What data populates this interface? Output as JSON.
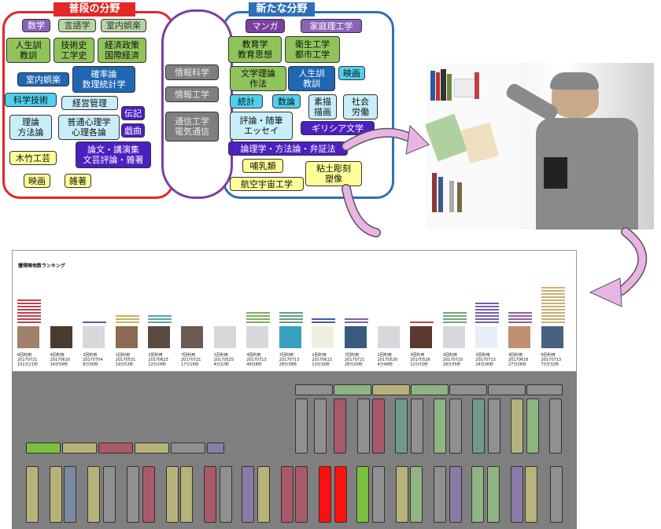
{
  "left_group": {
    "title": "普段の分野"
  },
  "right_group": {
    "title": "新たな分野"
  },
  "tags": [
    {
      "text": "数学",
      "cls": "c-lav"
    },
    {
      "text": "言語学",
      "cls": "c-sage"
    },
    {
      "text": "室内娯楽",
      "cls": "c-sage"
    },
    {
      "text": "人生訓\n教訓",
      "cls": "c-green"
    },
    {
      "text": "技術史\n工学史",
      "cls": "c-green"
    },
    {
      "text": "経済政策\n国際経済",
      "cls": "c-green"
    },
    {
      "text": "室内娯楽",
      "cls": "c-blue"
    },
    {
      "text": "確率論\n数理統計学",
      "cls": "c-blue"
    },
    {
      "text": "科学技術",
      "cls": "c-cyan"
    },
    {
      "text": "経営管理",
      "cls": "c-lcyan"
    },
    {
      "text": "伝記",
      "cls": "c-indigo"
    },
    {
      "text": "理論\n方法論",
      "cls": "c-lcyan"
    },
    {
      "text": "普通心理学\n心理各論",
      "cls": "c-lcyan"
    },
    {
      "text": "戯曲",
      "cls": "c-indigo"
    },
    {
      "text": "木竹工芸",
      "cls": "c-yellow"
    },
    {
      "text": "論文・講演集\n文芸評論・雑著",
      "cls": "c-indigo"
    },
    {
      "text": "映画",
      "cls": "c-yellow"
    },
    {
      "text": "雑著",
      "cls": "c-yellow"
    },
    {
      "text": "情報科学",
      "cls": "c-gray"
    },
    {
      "text": "情報工学",
      "cls": "c-gray"
    },
    {
      "text": "通信工学\n電気通信",
      "cls": "c-gray"
    },
    {
      "text": "マンガ",
      "cls": "c-purple"
    },
    {
      "text": "家庭理工学",
      "cls": "c-lav"
    },
    {
      "text": "教育学\n教育思想",
      "cls": "c-green"
    },
    {
      "text": "衛生工学\n都市工学",
      "cls": "c-green"
    },
    {
      "text": "文学理論\n作法",
      "cls": "c-green"
    },
    {
      "text": "人生訓\n教訓",
      "cls": "c-blue"
    },
    {
      "text": "映画",
      "cls": "c-cyan"
    },
    {
      "text": "統計",
      "cls": "c-cyan"
    },
    {
      "text": "数論",
      "cls": "c-cyan"
    },
    {
      "text": "素描\n描画",
      "cls": "c-lcyan"
    },
    {
      "text": "社会\n労働",
      "cls": "c-lcyan"
    },
    {
      "text": "評論・随筆\nエッセイ",
      "cls": "c-lcyan"
    },
    {
      "text": "ギリシア文学",
      "cls": "c-indigo"
    },
    {
      "text": "論理学・方法論・弁証法",
      "cls": "c-indigo"
    },
    {
      "text": "哺乳類",
      "cls": "c-yellow"
    },
    {
      "text": "粘土彫刻\n塑像",
      "cls": "c-yellow"
    },
    {
      "text": "航空宇宙工学",
      "cls": "c-yellow"
    }
  ],
  "ranking": {
    "title": "獲得陣地数ランキング",
    "users": [
      {
        "line1": "6回利用",
        "line2": "20170721",
        "line3": "101分11秒",
        "bars": 8,
        "color": "#c0404a",
        "avatar": "#a0826a"
      },
      {
        "line1": "4回利用",
        "line2": "20170616",
        "line3": "14分59秒",
        "bars": 0,
        "color": "#888",
        "avatar": "#4a3a30"
      },
      {
        "line1": "3回利用",
        "line2": "20170704",
        "line3": "8分30秒",
        "bars": 1,
        "color": "#5060a0",
        "avatar": "#d8d8dc"
      },
      {
        "line1": "1回利用",
        "line2": "20170531",
        "line3": "19分52秒",
        "bars": 3,
        "color": "#c8b060",
        "avatar": "#8a6a50"
      },
      {
        "line1": "3回利用",
        "line2": "20170623",
        "line3": "22分24秒",
        "bars": 3,
        "color": "#60a0a8",
        "avatar": "#5a4a40"
      },
      {
        "line1": "7回利用",
        "line2": "20170721",
        "line3": "17分16秒",
        "bars": 0,
        "color": "#888",
        "avatar": "#6a5a50"
      },
      {
        "line1": "1回利用",
        "line2": "20170525",
        "line3": "4分22秒",
        "bars": 0,
        "color": "#888",
        "avatar": "#d8d8dc"
      },
      {
        "line1": "4回利用",
        "line2": "20170713",
        "line3": "49分8秒",
        "bars": 4,
        "color": "#7ab060",
        "avatar": "#d8d8dc"
      },
      {
        "line1": "7回利用",
        "line2": "20170713",
        "line3": "28分38秒",
        "bars": 4,
        "color": "#60a080",
        "avatar": "#3aa0c0"
      },
      {
        "line1": "2回利用",
        "line2": "20170613",
        "line3": "13分16秒",
        "bars": 2,
        "color": "#4060a0",
        "avatar": "#f0f0e0"
      },
      {
        "line1": "7回利用",
        "line2": "20170721",
        "line3": "28分20秒",
        "bars": 2,
        "color": "#8060a0",
        "avatar": "#3a5a80"
      },
      {
        "line1": "1回利用",
        "line2": "20170526",
        "line3": "4分48秒",
        "bars": 0,
        "color": "#888",
        "avatar": "#d8d8dc"
      },
      {
        "line1": "3回利用",
        "line2": "20170526",
        "line3": "12分33秒",
        "bars": 1,
        "color": "#c04040",
        "avatar": "#5a3a30"
      },
      {
        "line1": "3回利用",
        "line2": "20170710",
        "line3": "28分35秒",
        "bars": 4,
        "color": "#70a878",
        "avatar": "#d8d8dc"
      },
      {
        "line1": "3回利用",
        "line2": "20170713",
        "line3": "24分36秒",
        "bars": 7,
        "color": "#7060b0",
        "avatar": "#e8eef5"
      },
      {
        "line1": "4回利用",
        "line2": "20170616",
        "line3": "27分26秒",
        "bars": 4,
        "color": "#9060a0",
        "avatar": "#c09070"
      },
      {
        "line1": "6回利用",
        "line2": "20170713",
        "line3": "73分32秒",
        "bars": 12,
        "color": "#c8b070",
        "avatar": "#4a6080"
      }
    ]
  },
  "shelf_colors": {
    "olive": "#b7b27a",
    "teal": "#6f9a90",
    "rose": "#a85a68",
    "sage": "#8fb483",
    "lav": "#8a7aa8",
    "slate": "#7a8aa0",
    "green": "#7ac040",
    "red": "#ff1010",
    "gray": "#909090"
  }
}
